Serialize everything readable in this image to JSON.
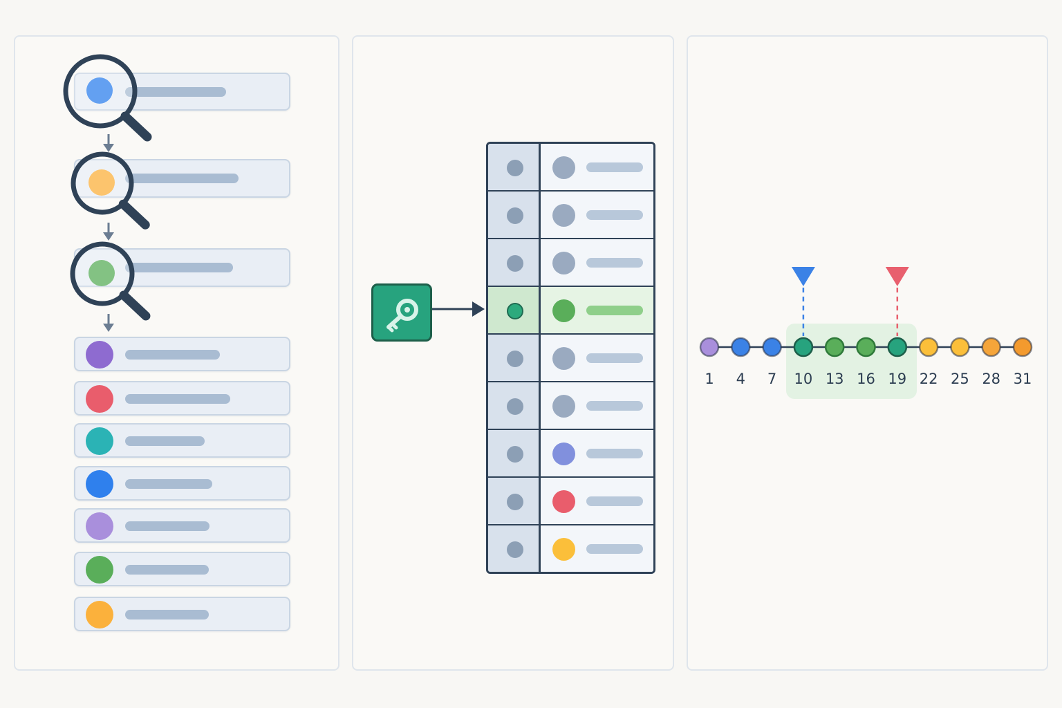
{
  "colors": {
    "panel_border": "#dfe5ec",
    "dark": "#2f4257",
    "accent_green": "#27a37e",
    "highlight_green": "#e3f2e3",
    "marker_blue": "#3b82e6",
    "marker_red": "#e8606e"
  },
  "left_panel": {
    "magnified_cards": [
      {
        "dot_color": "#2f80ed",
        "icon": "magnifier-icon"
      },
      {
        "dot_color": "#fbb13c",
        "icon": "magnifier-icon"
      },
      {
        "dot_color": "#5aae5a",
        "icon": "magnifier-icon"
      }
    ],
    "cards": [
      {
        "dot_color": "#8e6bd0"
      },
      {
        "dot_color": "#e95d6c"
      },
      {
        "dot_color": "#2bb3b5"
      },
      {
        "dot_color": "#2f80ed"
      },
      {
        "dot_color": "#a98fdc"
      },
      {
        "dot_color": "#5aae5a"
      },
      {
        "dot_color": "#fbb13c"
      }
    ]
  },
  "middle_panel": {
    "key_icon": "key-icon",
    "rows": [
      {
        "value_color": "#9aaac0",
        "highlighted": false
      },
      {
        "value_color": "#9aaac0",
        "highlighted": false
      },
      {
        "value_color": "#9aaac0",
        "highlighted": false
      },
      {
        "value_color": "#5aae5a",
        "highlighted": true
      },
      {
        "value_color": "#9aaac0",
        "highlighted": false
      },
      {
        "value_color": "#9aaac0",
        "highlighted": false
      },
      {
        "value_color": "#8190dd",
        "highlighted": false
      },
      {
        "value_color": "#e95d6c",
        "highlighted": false
      },
      {
        "value_color": "#fbbf3a",
        "highlighted": false
      }
    ]
  },
  "right_panel": {
    "nodes": [
      {
        "label": "1",
        "color": "#a98fdc"
      },
      {
        "label": "4",
        "color": "#3b82e6"
      },
      {
        "label": "7",
        "color": "#3b82e6"
      },
      {
        "label": "10",
        "color": "#27a37e"
      },
      {
        "label": "13",
        "color": "#5aae5a"
      },
      {
        "label": "16",
        "color": "#5aae5a"
      },
      {
        "label": "19",
        "color": "#27a37e"
      },
      {
        "label": "22",
        "color": "#fbbf3a"
      },
      {
        "label": "25",
        "color": "#fbbf3a"
      },
      {
        "label": "28",
        "color": "#f5a53a"
      },
      {
        "label": "31",
        "color": "#f39a2e"
      }
    ],
    "range_start": "10",
    "range_end": "19"
  }
}
